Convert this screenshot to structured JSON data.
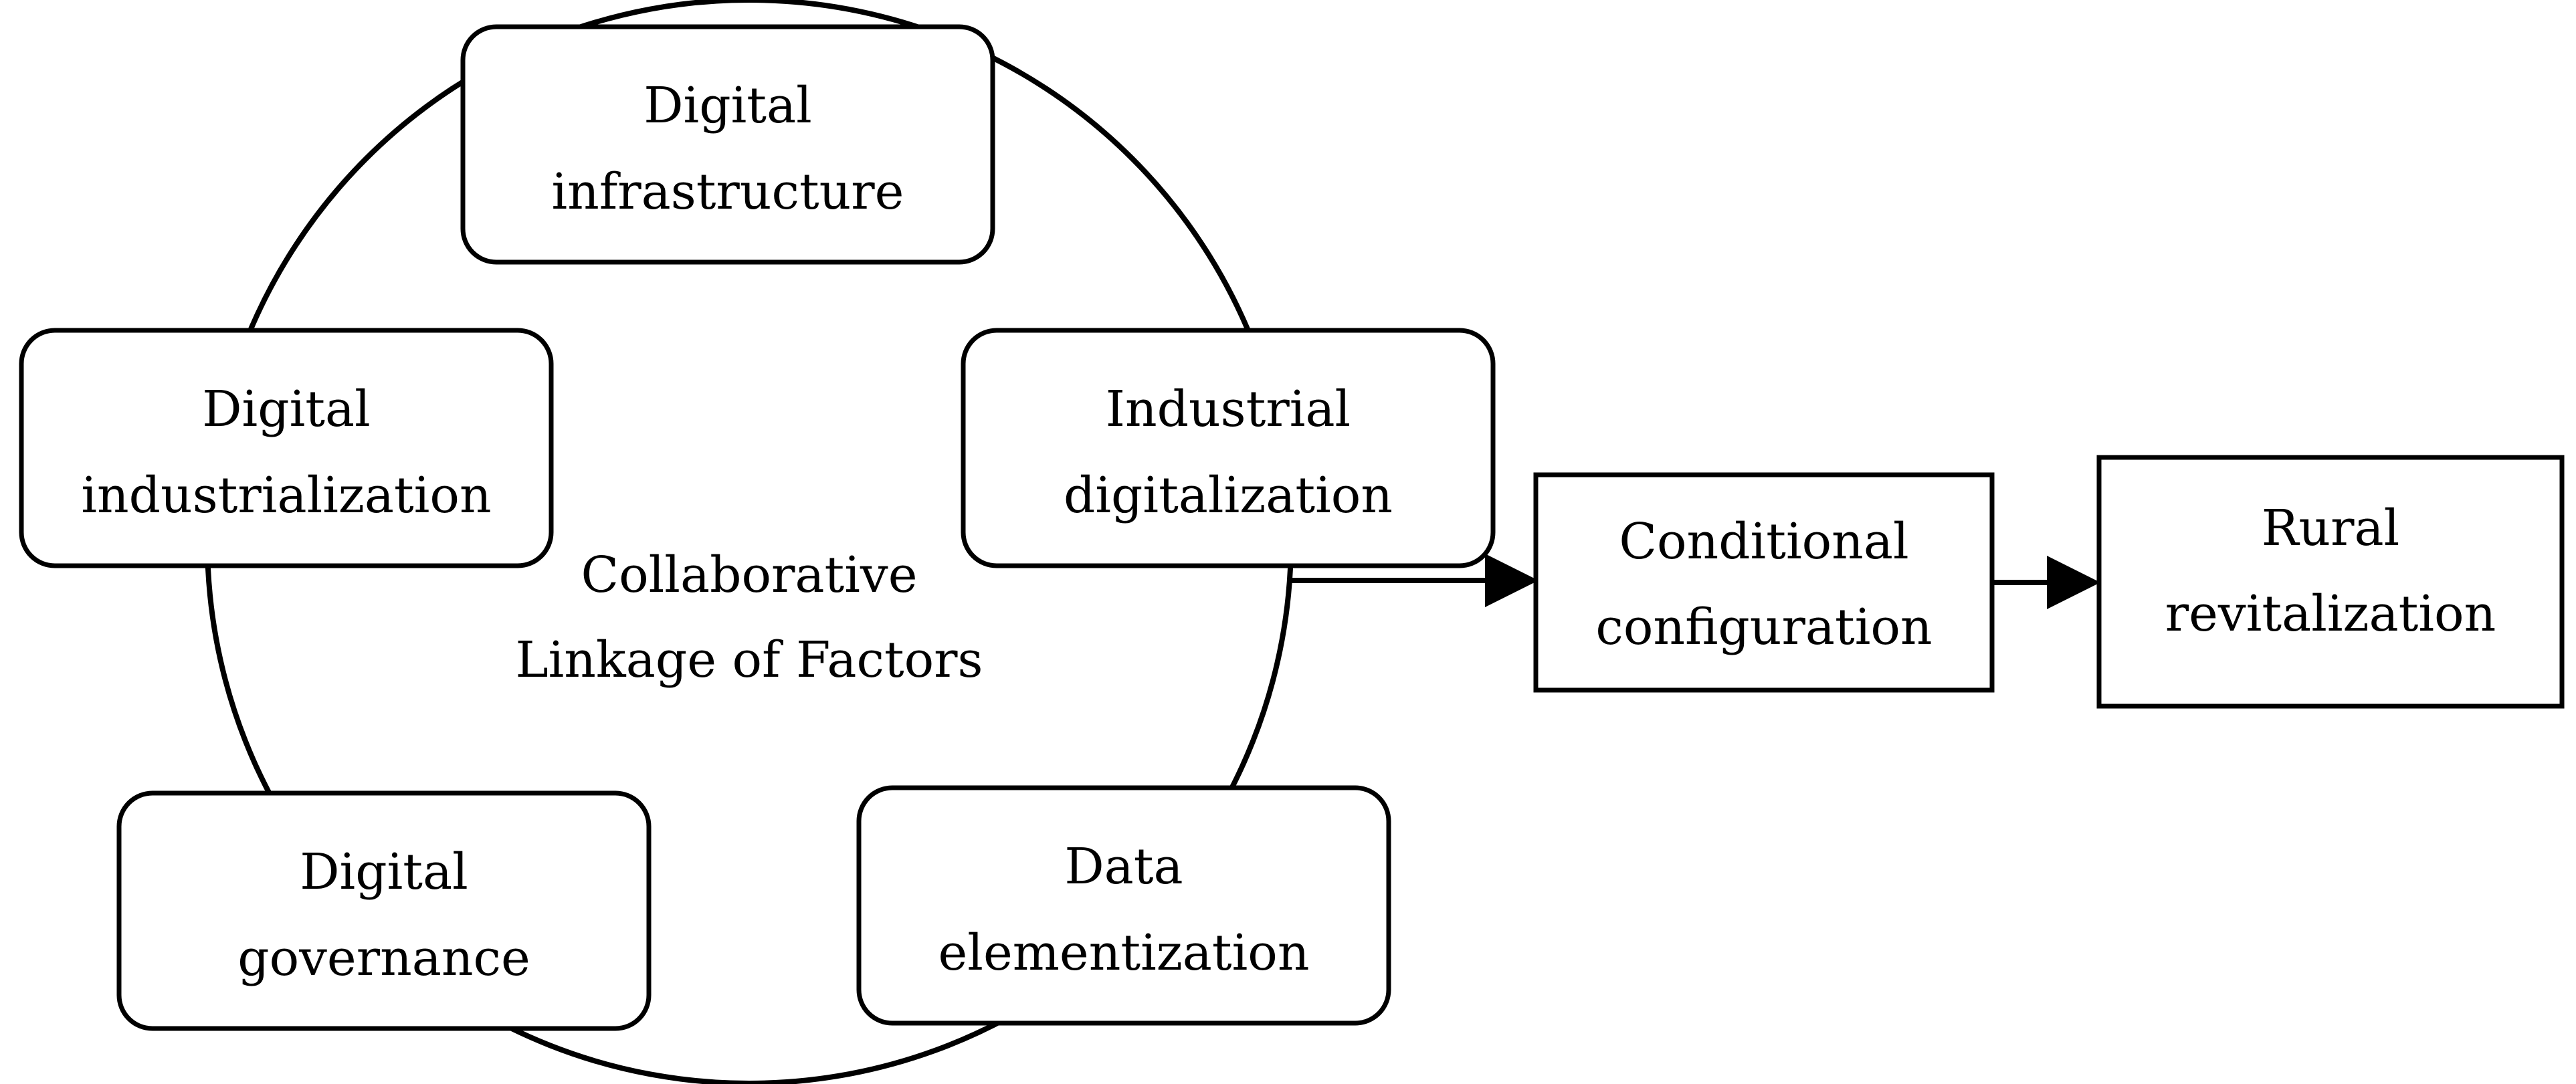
{
  "cycle": {
    "center_label": {
      "line1": "Collaborative",
      "line2": "Linkage of Factors"
    },
    "nodes": [
      {
        "id": "digital-infrastructure",
        "line1": "Digital",
        "line2": "infrastructure"
      },
      {
        "id": "industrial-digitalization",
        "line1": "Industrial",
        "line2": "digitalization"
      },
      {
        "id": "data-elementization",
        "line1": "Data",
        "line2": "elementization"
      },
      {
        "id": "digital-governance",
        "line1": "Digital",
        "line2": "governance"
      },
      {
        "id": "digital-industrialization",
        "line1": "Digital",
        "line2": "industrialization"
      }
    ]
  },
  "flow": {
    "conditional_configuration": {
      "line1": "Conditional",
      "line2": "configuration"
    },
    "rural_revitalization": {
      "line1": "Rural",
      "line2": "revitalization"
    }
  },
  "colors": {
    "stroke": "#000000",
    "background": "#ffffff"
  }
}
